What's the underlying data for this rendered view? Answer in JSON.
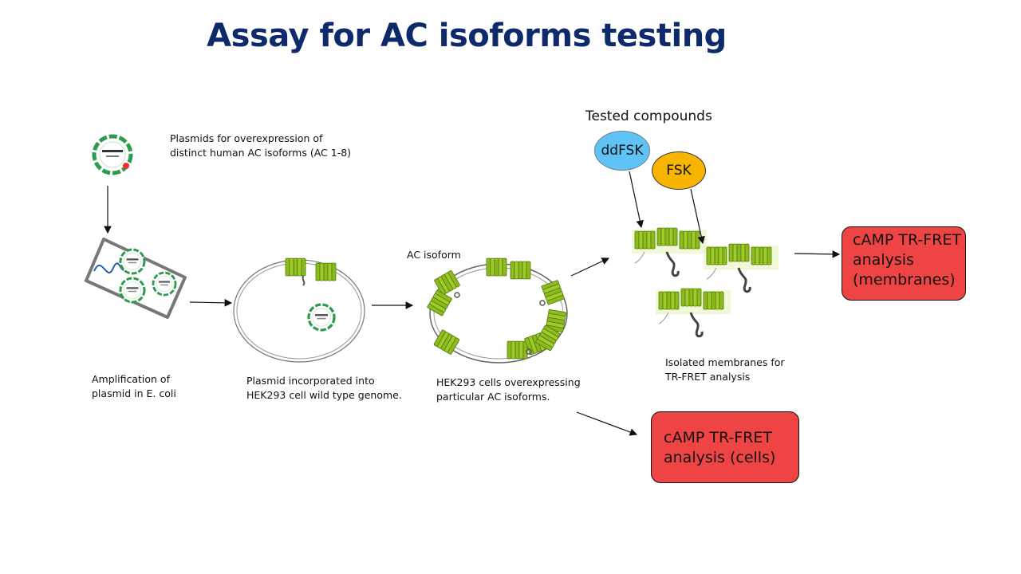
{
  "title": "Assay for AC isoforms testing",
  "plasmid_caption": [
    "Plasmids for overexpression of",
    "distinct human AC isoforms (AC 1-8)"
  ],
  "amplification_caption": [
    "Amplification of",
    "plasmid in E. coli"
  ],
  "incorporation_caption": [
    "Plasmid incorporated into",
    "HEK293 cell wild type genome."
  ],
  "ac_isoform_label": "AC isoform",
  "hek_caption": [
    "HEK293 cells overexpressing",
    "particular AC isoforms."
  ],
  "tested_compounds_label": "Tested compounds",
  "compounds": [
    {
      "label": "ddFSK",
      "color": "#5fc4f5"
    },
    {
      "label": "FSK",
      "color": "#f7b500"
    }
  ],
  "membranes_caption": [
    "Isolated membranes for",
    "TR-FRET analysis"
  ],
  "result_membranes": [
    "cAMP TR-FRET",
    "analysis",
    "(membranes)"
  ],
  "result_cells": [
    "cAMP TR-FRET",
    "analysis (cells)"
  ],
  "colors": {
    "title": "#0e2a6b",
    "result_box": "#ee4444",
    "protein_green": "#8cbb1e",
    "plasmid_green": "#2e9a4e"
  },
  "icons": [
    "plasmid-icon",
    "ecoli-cell-icon",
    "hek293-cell-icon",
    "ac-protein-icon",
    "arrow-icon"
  ]
}
